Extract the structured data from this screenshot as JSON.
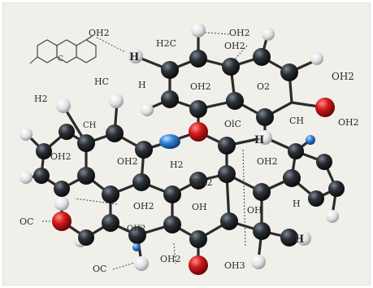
{
  "labels": {
    "l01": "OH2",
    "l02": "OH2",
    "l03": "H2C",
    "l04": "OH2",
    "l05": "H",
    "l06": "H",
    "l07": "HC",
    "l08": "OH2",
    "l09": "O2",
    "l10": "OH2",
    "l11": "H2",
    "l12": "CH",
    "l13": "OlC",
    "l14": "CH",
    "l15": "OH2",
    "l16": "OH2",
    "l17": "OH2",
    "l18": "OH2",
    "l19": "H2",
    "l20": "OH2",
    "l21": "OH2",
    "l22": "OH",
    "l23": "OH",
    "l24": "H",
    "l25": "OC",
    "l26": "OH2",
    "l27": "OC",
    "l28": "OH3",
    "l29": "H",
    "l30": "C"
  },
  "colors": {
    "background": "#f1efe9",
    "carbon": "#1f2226",
    "hydrogen": "#eef0f0",
    "oxygen": "#cc1a1a",
    "nitrogen": "#2f7fd1",
    "bond": "#2b2b2b"
  }
}
